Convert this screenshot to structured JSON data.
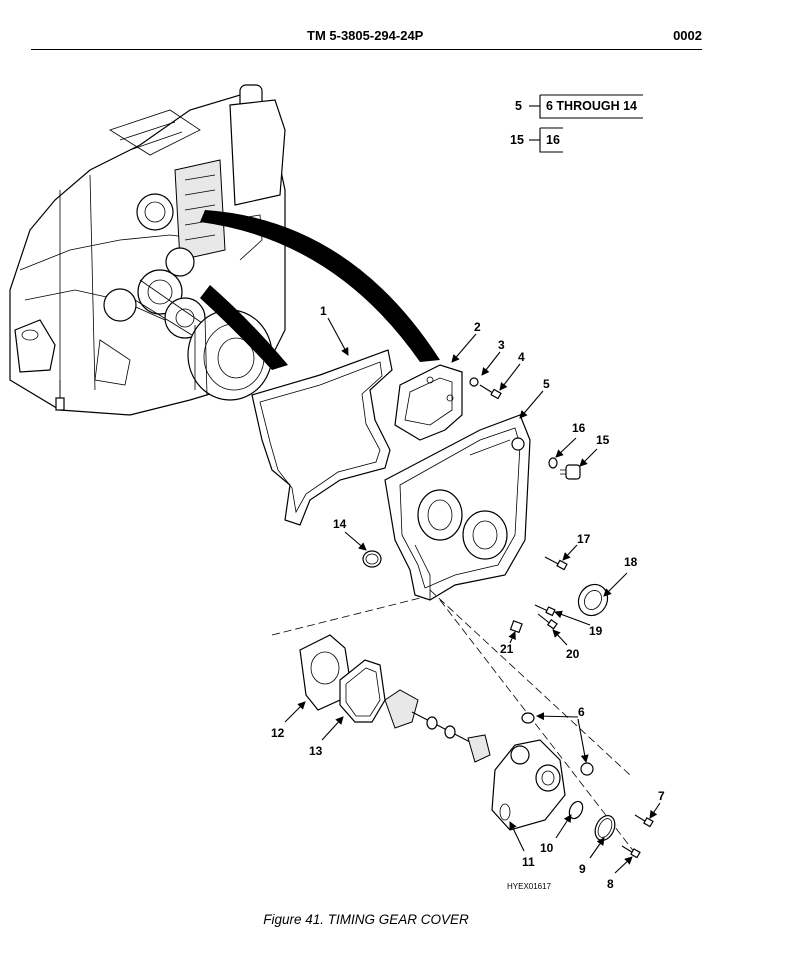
{
  "header": {
    "tm_number": "TM 5-3805-294-24P",
    "page_number": "0002"
  },
  "kits": [
    {
      "index": "5",
      "contents": "6 THROUGH 14"
    },
    {
      "index": "15",
      "contents": "16"
    }
  ],
  "callouts": [
    "1",
    "2",
    "3",
    "4",
    "5",
    "6",
    "7",
    "8",
    "9",
    "10",
    "11",
    "12",
    "13",
    "14",
    "15",
    "16",
    "17",
    "18",
    "19",
    "20",
    "21"
  ],
  "drawing_id": "HYEX01617",
  "caption": "Figure 41. TIMING GEAR COVER"
}
